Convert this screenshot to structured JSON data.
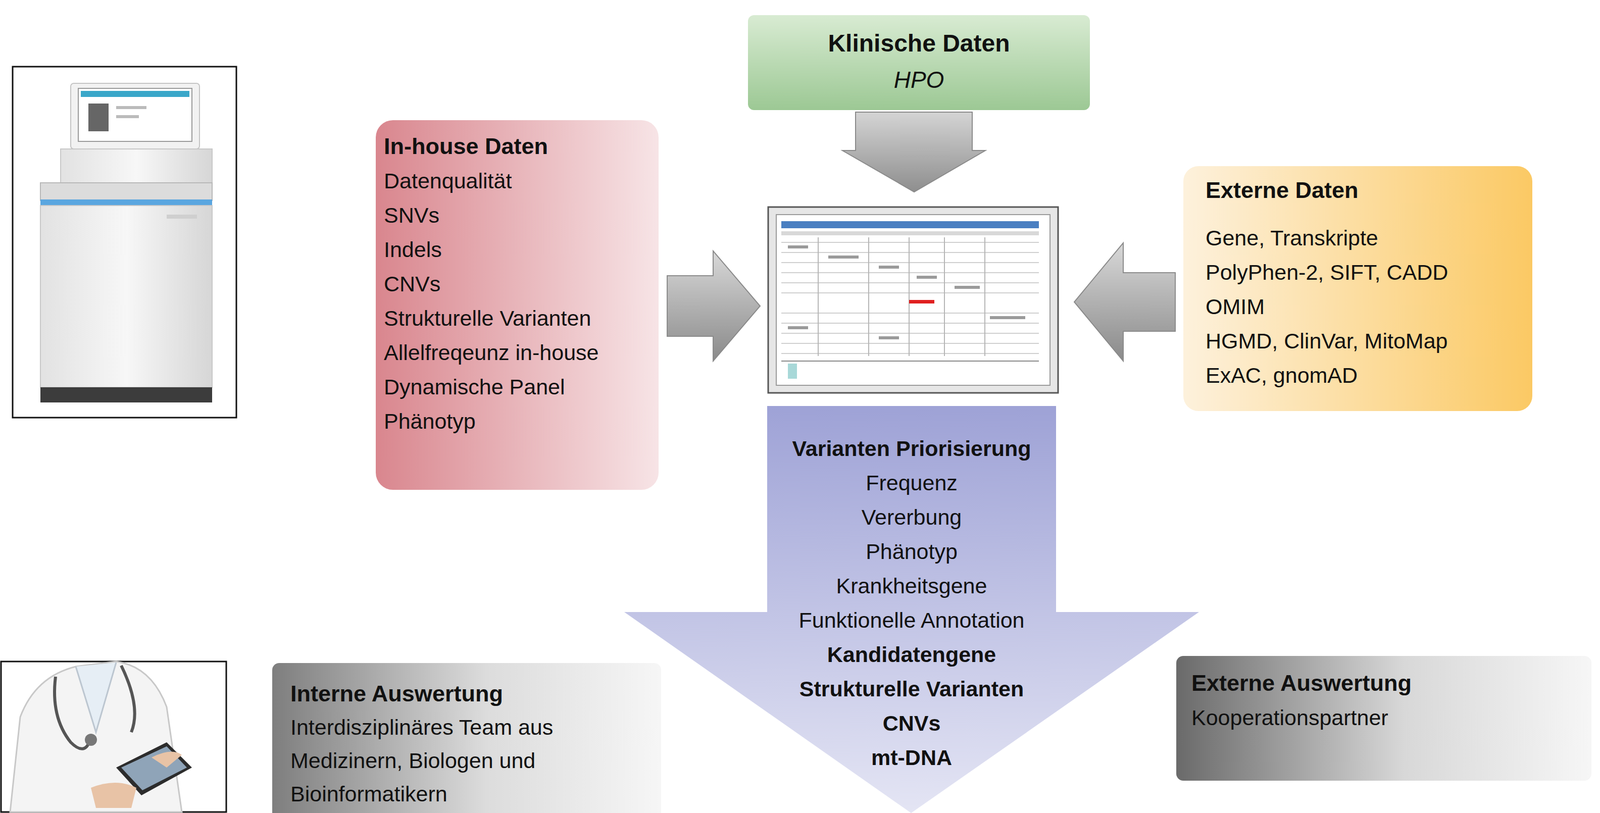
{
  "diagram": {
    "nodes": [
      {
        "text": [
          "Klinische Daten",
          "HPO"
        ]
      },
      {
        "text": [
          "In-house Daten",
          "Datenqualität",
          "SNVs",
          "Indels",
          "CNVs",
          "Strukturelle Varianten",
          "Allelfreqeunz in-house",
          "Dynamische Panel",
          "Phänotyp"
        ]
      },
      {
        "text": [
          "Externe Daten",
          "Gene, Transkripte",
          "PolyPhen-2, SIFT, CADD",
          "OMIM",
          "HGMD, ClinVar, MitoMap",
          "ExAC, gnomAD"
        ]
      },
      {
        "text": [
          "Varianten Priorisierung",
          "Frequenz",
          "Vererbung",
          "Phänotyp",
          "Krankheitsgene",
          "Funktionelle Annotation",
          "Kandidatengene",
          "Strukturelle Varianten",
          "CNVs",
          "mt-DNA"
        ]
      },
      {
        "text": [
          "Interne Auswertung",
          "Interdisziplinäres Team aus Medizinern, Biologen und Bioinformatikern"
        ]
      },
      {
        "text": [
          "Externe Auswertung",
          "Kooperationspartner"
        ]
      }
    ]
  }
}
